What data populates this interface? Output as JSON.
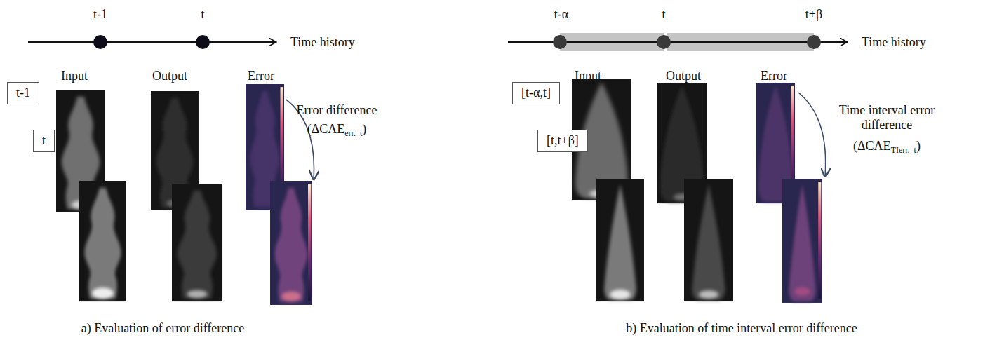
{
  "diagram": {
    "nodes": [
      {
        "text": [
          "t-1"
        ]
      },
      {
        "text": [
          "t"
        ]
      },
      {
        "text": [
          "[t-α,t]"
        ]
      },
      {
        "text": [
          "[t,t+β]"
        ]
      }
    ],
    "labels": [
      "t-1",
      "t",
      "Time history",
      "Input",
      "Output",
      "Error",
      "Error difference",
      "(ΔCAE",
      "err._t",
      ")",
      "a) Evaluation of error difference",
      "t-α",
      "t",
      "t+β",
      "Time history",
      "Input",
      "Output",
      "Error",
      "Time interval error difference",
      "(ΔCAE",
      "TIerr._t",
      ")",
      "b) Evaluation of time interval error difference"
    ]
  }
}
